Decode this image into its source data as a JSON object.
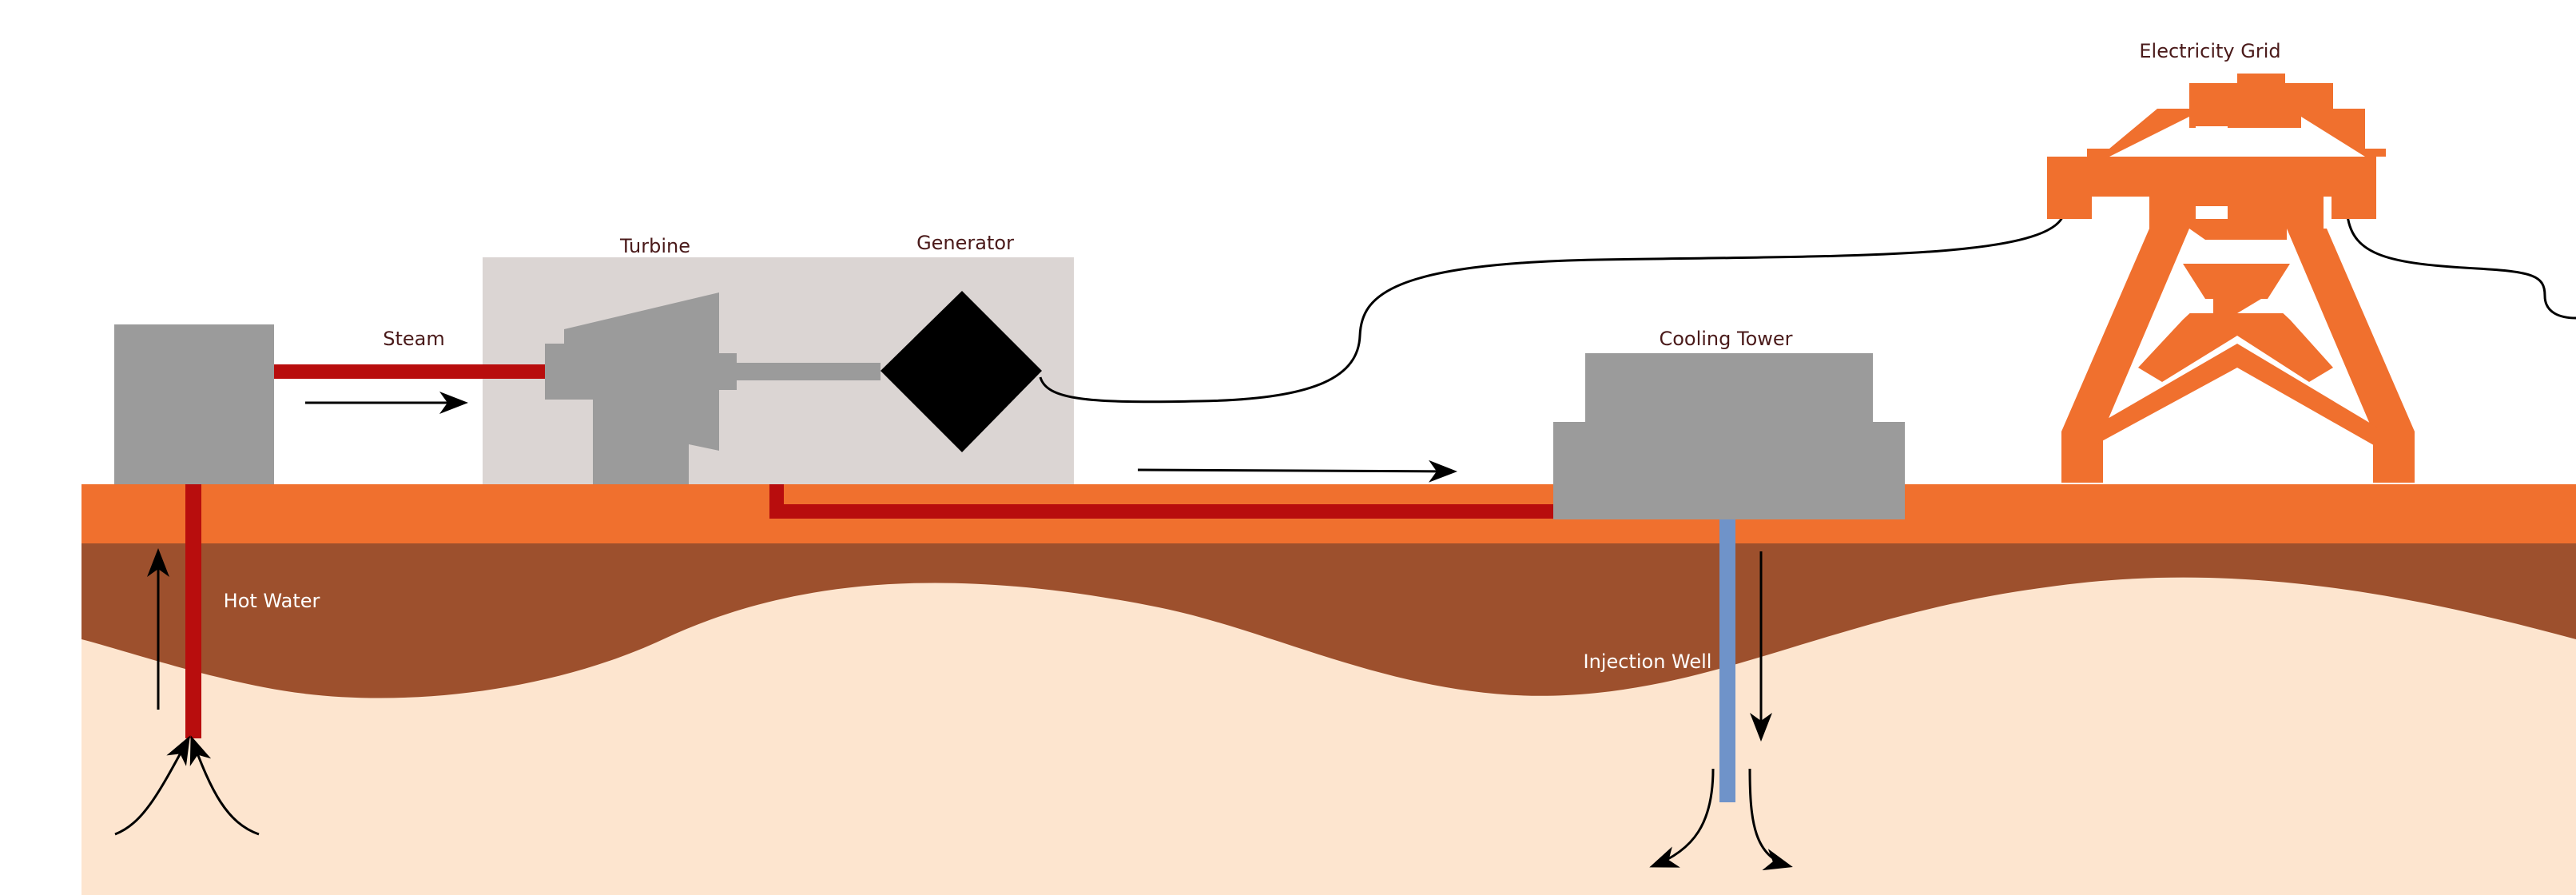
{
  "labels": {
    "steam": "Steam",
    "turbine": "Turbine",
    "generator": "Generator",
    "cooling_tower": "Cooling Tower",
    "electricity_grid": "Electricity Grid",
    "hot_water": "Hot Water",
    "injection_well": "Injection Well"
  },
  "colors": {
    "surface": "#f0702e",
    "rock_layer": "#9d502d",
    "deep_ground": "#fde5cf",
    "hot_pipe": "#b80d0d",
    "cold_pipe": "#6f93c9",
    "equipment": "#9b9b9b",
    "plant_housing": "#dbd5d3",
    "generator": "#000000",
    "pylon": "#f0702e",
    "wire": "#000000",
    "arrow": "#000000"
  }
}
